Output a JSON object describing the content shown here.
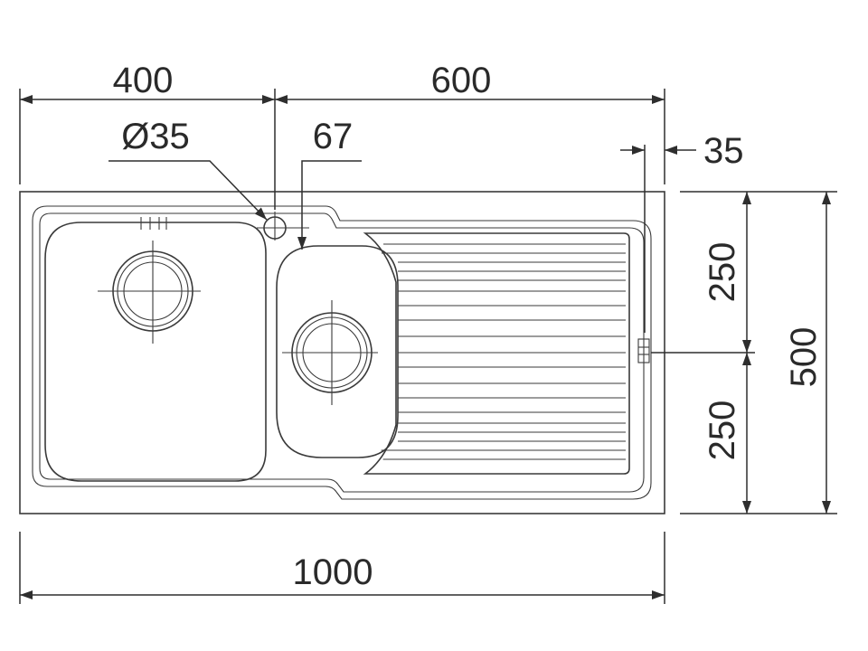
{
  "drawing": {
    "dimensions": {
      "left_bowl_width": "400",
      "drainer_width": "600",
      "tap_hole_diameter": "Ø35",
      "tap_hole_offset": "67",
      "edge_offset": "35",
      "half_depth_top": "250",
      "half_depth_bottom": "250",
      "total_depth": "500",
      "total_width": "1000"
    },
    "colors": {
      "line": "#3a3a3a",
      "background": "#ffffff"
    }
  }
}
